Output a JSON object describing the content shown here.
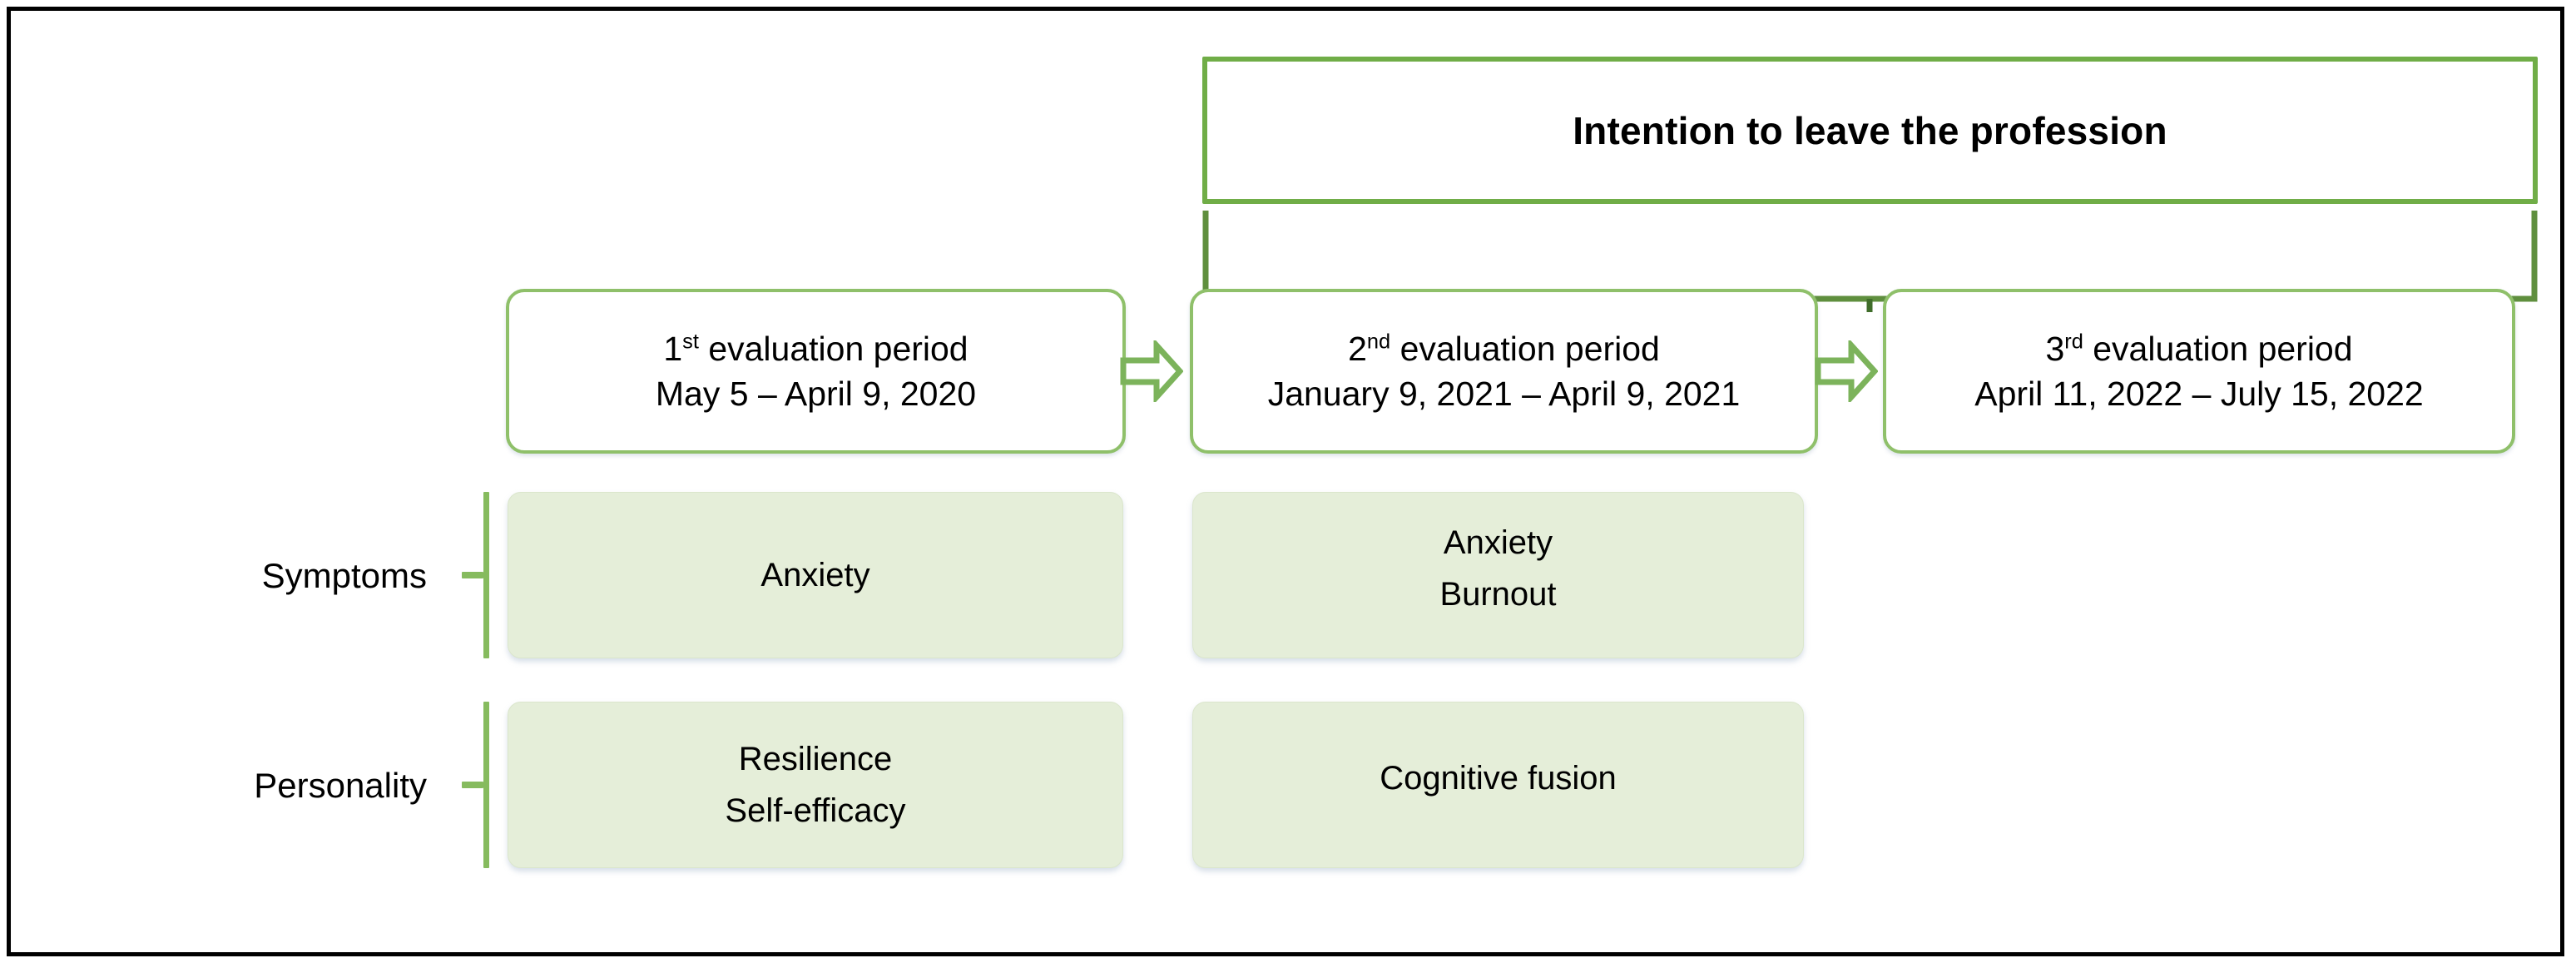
{
  "figure": {
    "title_box": {
      "label": "Intention to leave the profession"
    },
    "colors": {
      "outline_green": "#70ad47",
      "box_outline_green": "#8fc06a",
      "fill_green": "#e5eed9",
      "bracket_green": "#86bb5e",
      "frame_black": "#000000",
      "text_black": "#000000"
    },
    "timeline": {
      "periods": [
        {
          "name_prefix": "1",
          "name_suffix": "st",
          "name_rest": " evaluation period",
          "dates": "May 5 – April 9, 2020"
        },
        {
          "name_prefix": "2",
          "name_suffix": "nd",
          "name_rest": " evaluation period",
          "dates": "January 9, 2021 – April 9, 2021"
        },
        {
          "name_prefix": "3",
          "name_suffix": "rd",
          "name_rest": " evaluation period",
          "dates": "April 11, 2022 – July 15, 2022"
        }
      ]
    },
    "rows": [
      {
        "label": "Symptoms",
        "cells": [
          {
            "lines": [
              "Anxiety"
            ]
          },
          {
            "lines": [
              "Anxiety",
              "Burnout"
            ]
          },
          {
            "lines": []
          }
        ]
      },
      {
        "label": "Personality",
        "cells": [
          {
            "lines": [
              "Resilience",
              "Self-efficacy"
            ]
          },
          {
            "lines": [
              "Cognitive fusion"
            ]
          },
          {
            "lines": []
          }
        ]
      }
    ]
  }
}
